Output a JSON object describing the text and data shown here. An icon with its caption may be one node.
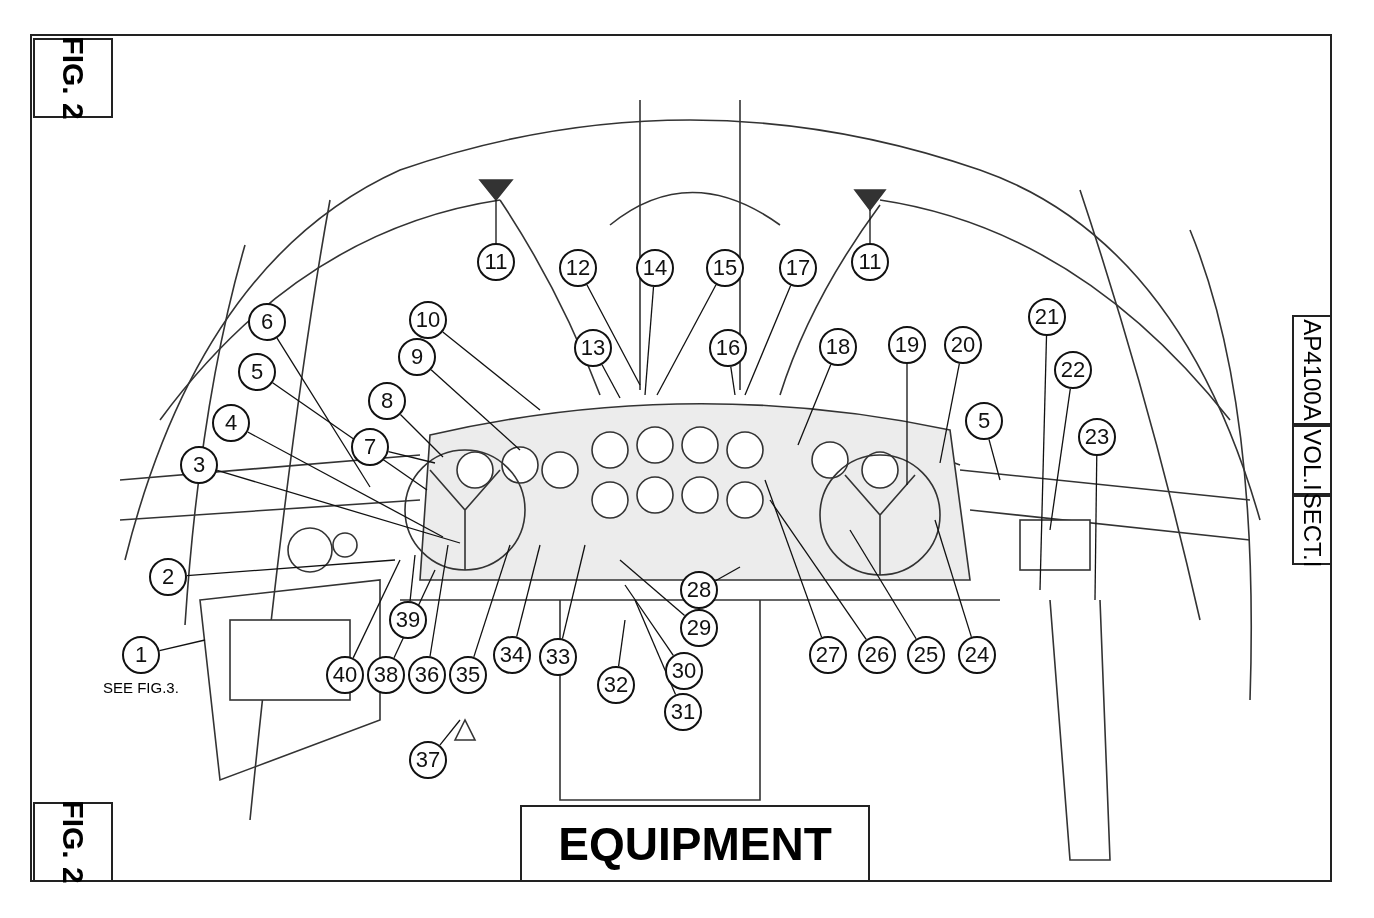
{
  "diagram": {
    "title": "EQUIPMENT",
    "nodes": [
      {
        "text": [
          "1"
        ],
        "beside": [
          "SEE FIG.3."
        ]
      },
      {
        "text": [
          "2"
        ]
      },
      {
        "text": [
          "3"
        ]
      },
      {
        "text": [
          "4"
        ]
      },
      {
        "text": [
          "5"
        ]
      },
      {
        "text": [
          "5"
        ]
      },
      {
        "text": [
          "6"
        ]
      },
      {
        "text": [
          "7"
        ]
      },
      {
        "text": [
          "8"
        ]
      },
      {
        "text": [
          "9"
        ]
      },
      {
        "text": [
          "10"
        ]
      },
      {
        "text": [
          "11"
        ]
      },
      {
        "text": [
          "11"
        ]
      },
      {
        "text": [
          "12"
        ]
      },
      {
        "text": [
          "13"
        ]
      },
      {
        "text": [
          "14"
        ]
      },
      {
        "text": [
          "15"
        ]
      },
      {
        "text": [
          "16"
        ]
      },
      {
        "text": [
          "17"
        ]
      },
      {
        "text": [
          "18"
        ]
      },
      {
        "text": [
          "19"
        ]
      },
      {
        "text": [
          "20"
        ]
      },
      {
        "text": [
          "21"
        ]
      },
      {
        "text": [
          "22"
        ]
      },
      {
        "text": [
          "23"
        ]
      },
      {
        "text": [
          "24"
        ]
      },
      {
        "text": [
          "25"
        ]
      },
      {
        "text": [
          "26"
        ]
      },
      {
        "text": [
          "27"
        ]
      },
      {
        "text": [
          "28"
        ]
      },
      {
        "text": [
          "29"
        ]
      },
      {
        "text": [
          "30"
        ]
      },
      {
        "text": [
          "31"
        ]
      },
      {
        "text": [
          "32"
        ]
      },
      {
        "text": [
          "33"
        ]
      },
      {
        "text": [
          "34"
        ]
      },
      {
        "text": [
          "35"
        ]
      },
      {
        "text": [
          "36"
        ]
      },
      {
        "text": [
          "37"
        ]
      },
      {
        "text": [
          "38"
        ]
      },
      {
        "text": [
          "39"
        ]
      },
      {
        "text": [
          "40"
        ]
      }
    ],
    "edges": [
      {
        "from": 0,
        "to": null,
        "arrow": "none"
      },
      {
        "from": 1,
        "to": null,
        "arrow": "none"
      },
      {
        "from": 2,
        "to": null,
        "arrow": "none"
      },
      {
        "from": 3,
        "to": null,
        "arrow": "none"
      },
      {
        "from": 4,
        "to": null,
        "arrow": "none"
      },
      {
        "from": 5,
        "to": null,
        "arrow": "none"
      },
      {
        "from": 6,
        "to": null,
        "arrow": "none"
      },
      {
        "from": 7,
        "to": null,
        "arrow": "none"
      },
      {
        "from": 8,
        "to": null,
        "arrow": "none"
      },
      {
        "from": 9,
        "to": null,
        "arrow": "none"
      },
      {
        "from": 10,
        "to": null,
        "arrow": "none"
      },
      {
        "from": 11,
        "to": null,
        "arrow": "none"
      },
      {
        "from": 12,
        "to": null,
        "arrow": "none"
      },
      {
        "from": 13,
        "to": null,
        "arrow": "none"
      },
      {
        "from": 14,
        "to": null,
        "arrow": "none"
      },
      {
        "from": 15,
        "to": null,
        "arrow": "none"
      },
      {
        "from": 16,
        "to": null,
        "arrow": "none"
      },
      {
        "from": 17,
        "to": null,
        "arrow": "none"
      },
      {
        "from": 18,
        "to": null,
        "arrow": "none"
      },
      {
        "from": 19,
        "to": null,
        "arrow": "none"
      },
      {
        "from": 20,
        "to": null,
        "arrow": "none"
      },
      {
        "from": 21,
        "to": null,
        "arrow": "none"
      },
      {
        "from": 22,
        "to": null,
        "arrow": "none"
      },
      {
        "from": 23,
        "to": null,
        "arrow": "none"
      },
      {
        "from": 24,
        "to": null,
        "arrow": "none"
      },
      {
        "from": 25,
        "to": null,
        "arrow": "none"
      },
      {
        "from": 26,
        "to": null,
        "arrow": "none"
      },
      {
        "from": 27,
        "to": null,
        "arrow": "none"
      },
      {
        "from": 28,
        "to": null,
        "arrow": "none"
      },
      {
        "from": 29,
        "to": null,
        "arrow": "none"
      },
      {
        "from": 30,
        "to": null,
        "arrow": "none"
      },
      {
        "from": 31,
        "to": null,
        "arrow": "none"
      },
      {
        "from": 32,
        "to": null,
        "arrow": "none"
      },
      {
        "from": 33,
        "to": null,
        "arrow": "none"
      },
      {
        "from": 34,
        "to": null,
        "arrow": "none"
      },
      {
        "from": 35,
        "to": null,
        "arrow": "none"
      },
      {
        "from": 36,
        "to": null,
        "arrow": "none"
      },
      {
        "from": 37,
        "to": null,
        "arrow": "none"
      },
      {
        "from": 38,
        "to": null,
        "arrow": "none"
      },
      {
        "from": 39,
        "to": null,
        "arrow": "none"
      },
      {
        "from": 40,
        "to": null,
        "arrow": "none"
      },
      {
        "from": 41,
        "to": null,
        "arrow": "none"
      }
    ],
    "labels": [
      "FIG. 2",
      "AP4100A",
      "VOL.I",
      "SECT.I",
      "FIG. 2"
    ]
  }
}
